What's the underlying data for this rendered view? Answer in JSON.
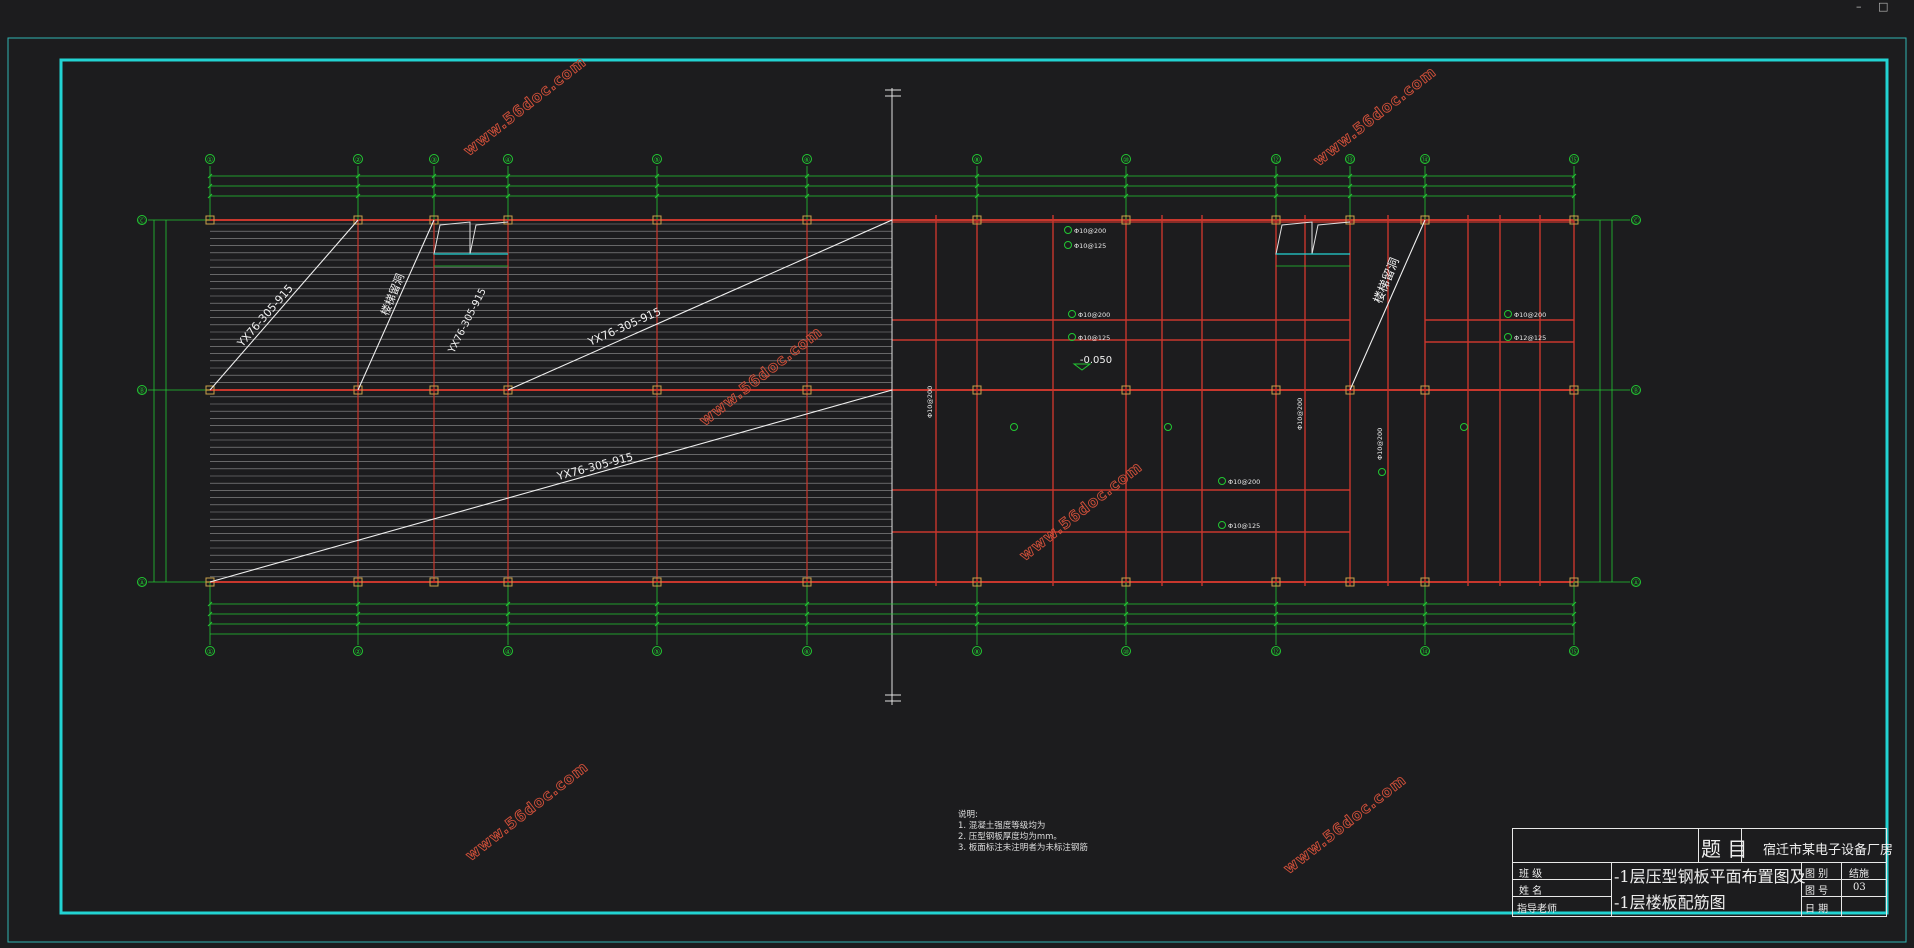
{
  "window": {
    "controls": [
      "–",
      "□"
    ]
  },
  "colors": {
    "background": "#1c1c1e",
    "frame_outer": "#2fb3b3",
    "frame_inner": "#22d3d3",
    "grid_axis": "#22c832",
    "beam_red": "#c8372d",
    "deck_lines": "#bdbdbd",
    "watermark": "#d0503a",
    "dimension": "#22c832"
  },
  "axes": {
    "top_labels": [
      "①",
      "②",
      "③",
      "④",
      "⑤",
      "⑥",
      "⑧",
      "⑩",
      "⑫",
      "⑬",
      "⑭",
      "⑮"
    ],
    "bottom_labels": [
      "①",
      "②",
      "④",
      "⑤",
      "⑥",
      "⑧",
      "⑩",
      "⑫",
      "⑭",
      "⑮"
    ],
    "row_labels": [
      "Ⓒ",
      "Ⓑ",
      "Ⓐ"
    ]
  },
  "plan_labels": {
    "deck_1": "YX76-305-915",
    "deck_2": "YX76-305-915",
    "deck_3": "YX76-305-915",
    "deck_4": "YX76-305-915",
    "stair_left": "楼梯留洞",
    "stair_right": "楼梯留洞",
    "elevation": "-0.050"
  },
  "rebar_labels": {
    "r1": "Φ10@200",
    "r2": "Φ10@125",
    "r3": "Φ10@200",
    "r4": "Φ10@125",
    "r5": "Φ10@200",
    "r6": "Φ10@125",
    "r7": "Φ10@200",
    "r8": "Φ12@125",
    "v1": "Φ10@200",
    "v2": "Φ10@200",
    "v3": "Φ10@200"
  },
  "watermark": "www.56doc.com",
  "notes": {
    "heading": "说明:",
    "line1": "1. 混凝土强度等级均为",
    "line2": "2. 压型钢板厚度均为mm。",
    "line3": "3. 板面标注未注明者为未标注钢筋"
  },
  "title_block": {
    "title_label": "题  目",
    "project": "宿迁市某电子设备厂房",
    "drawing_title_1": "-1层压型钢板平面布置图及",
    "drawing_title_2": "-1层楼板配筋图",
    "row1_left": "班 级",
    "row2_left": "姓 名",
    "row3_left": "指导老师",
    "right_label_1": "图 别",
    "right_value_1": "结施",
    "right_label_2": "图 号",
    "right_value_2": "03",
    "right_label_3": "日 期",
    "right_value_3": ""
  }
}
